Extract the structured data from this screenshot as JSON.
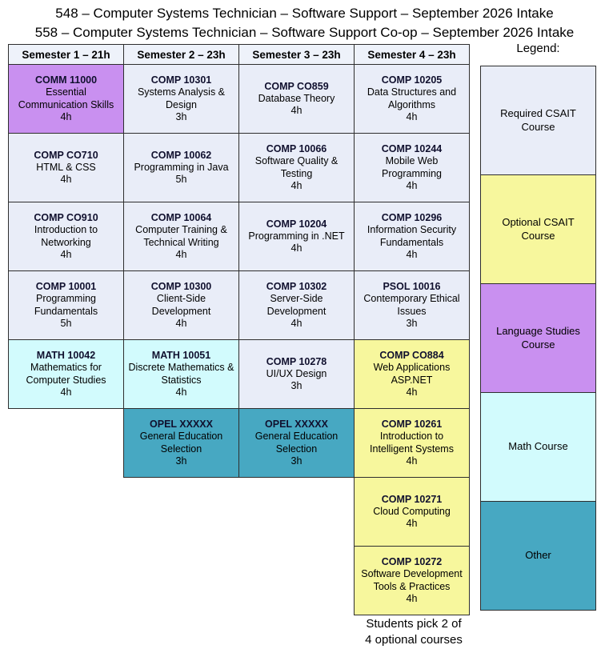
{
  "titles": [
    "548 – Computer Systems Technician – Software Support – September 2026 Intake",
    "558 – Computer Systems Technician – Software Support Co-op – September 2026 Intake"
  ],
  "colors": {
    "required": "#e9edf8",
    "optional": "#f7f79d",
    "language": "#c990f0",
    "math": "#d2fbfd",
    "other": "#47a8c2",
    "header_bg": "#eef2fa",
    "border": "#2e2e2e"
  },
  "semesters": [
    {
      "header": "Semester 1 – 21h",
      "courses": [
        {
          "code": "COMM 11000",
          "name": "Essential Communication Skills",
          "hours": "4h",
          "type": "language"
        },
        {
          "code": "COMP CO710",
          "name": "HTML & CSS",
          "hours": "4h",
          "type": "required"
        },
        {
          "code": "COMP CO910",
          "name": "Introduction to Networking",
          "hours": "4h",
          "type": "required"
        },
        {
          "code": "COMP 10001",
          "name": "Programming Fundamentals",
          "hours": "5h",
          "type": "required"
        },
        {
          "code": "MATH 10042",
          "name": "Mathematics for Computer Studies",
          "hours": "4h",
          "type": "math"
        }
      ]
    },
    {
      "header": "Semester 2 – 23h",
      "courses": [
        {
          "code": "COMP 10301",
          "name": "Systems Analysis & Design",
          "hours": "3h",
          "type": "required"
        },
        {
          "code": "COMP 10062",
          "name": "Programming in Java",
          "hours": "5h",
          "type": "required"
        },
        {
          "code": "COMP 10064",
          "name": "Computer Training & Technical Writing",
          "hours": "4h",
          "type": "required"
        },
        {
          "code": "COMP 10300",
          "name": "Client-Side Development",
          "hours": "4h",
          "type": "required"
        },
        {
          "code": "MATH 10051",
          "name": "Discrete Mathematics & Statistics",
          "hours": "4h",
          "type": "math"
        },
        {
          "code": "OPEL XXXXX",
          "name": "General Education Selection",
          "hours": "3h",
          "type": "other"
        }
      ]
    },
    {
      "header": "Semester 3 – 23h",
      "courses": [
        {
          "code": "COMP CO859",
          "name": "Database Theory",
          "hours": "4h",
          "type": "required"
        },
        {
          "code": "COMP 10066",
          "name": "Software Quality & Testing",
          "hours": "4h",
          "type": "required"
        },
        {
          "code": "COMP 10204",
          "name": "Programming in .NET",
          "hours": "4h",
          "type": "required"
        },
        {
          "code": "COMP 10302",
          "name": "Server-Side Development",
          "hours": "4h",
          "type": "required"
        },
        {
          "code": "COMP 10278",
          "name": "UI/UX Design",
          "hours": "3h",
          "type": "required"
        },
        {
          "code": "OPEL XXXXX",
          "name": "General Education Selection",
          "hours": "3h",
          "type": "other"
        }
      ]
    },
    {
      "header": "Semester 4 – 23h",
      "courses": [
        {
          "code": "COMP 10205",
          "name": "Data Structures and Algorithms",
          "hours": "4h",
          "type": "required"
        },
        {
          "code": "COMP 10244",
          "name": "Mobile Web Programming",
          "hours": "4h",
          "type": "required"
        },
        {
          "code": "COMP 10296",
          "name": "Information Security Fundamentals",
          "hours": "4h",
          "type": "required"
        },
        {
          "code": "PSOL 10016",
          "name": "Contemporary Ethical Issues",
          "hours": "3h",
          "type": "required"
        },
        {
          "code": "COMP CO884",
          "name": "Web Applications ASP.NET",
          "hours": "4h",
          "type": "optional"
        },
        {
          "code": "COMP 10261",
          "name": "Introduction to Intelligent Systems",
          "hours": "4h",
          "type": "optional"
        },
        {
          "code": "COMP 10271",
          "name": "Cloud Computing",
          "hours": "4h",
          "type": "optional"
        },
        {
          "code": "COMP 10272",
          "name": "Software Development Tools & Practices",
          "hours": "4h",
          "type": "optional"
        }
      ]
    }
  ],
  "legend": {
    "title": "Legend:",
    "items": [
      {
        "label": "Required CSAIT Course",
        "type": "required"
      },
      {
        "label": "Optional CSAIT Course",
        "type": "optional"
      },
      {
        "label": "Language Studies Course",
        "type": "language"
      },
      {
        "label": "Math Course",
        "type": "math"
      },
      {
        "label": "Other",
        "type": "other"
      }
    ]
  },
  "footnote": [
    "Students pick 2 of",
    "4 optional courses"
  ]
}
